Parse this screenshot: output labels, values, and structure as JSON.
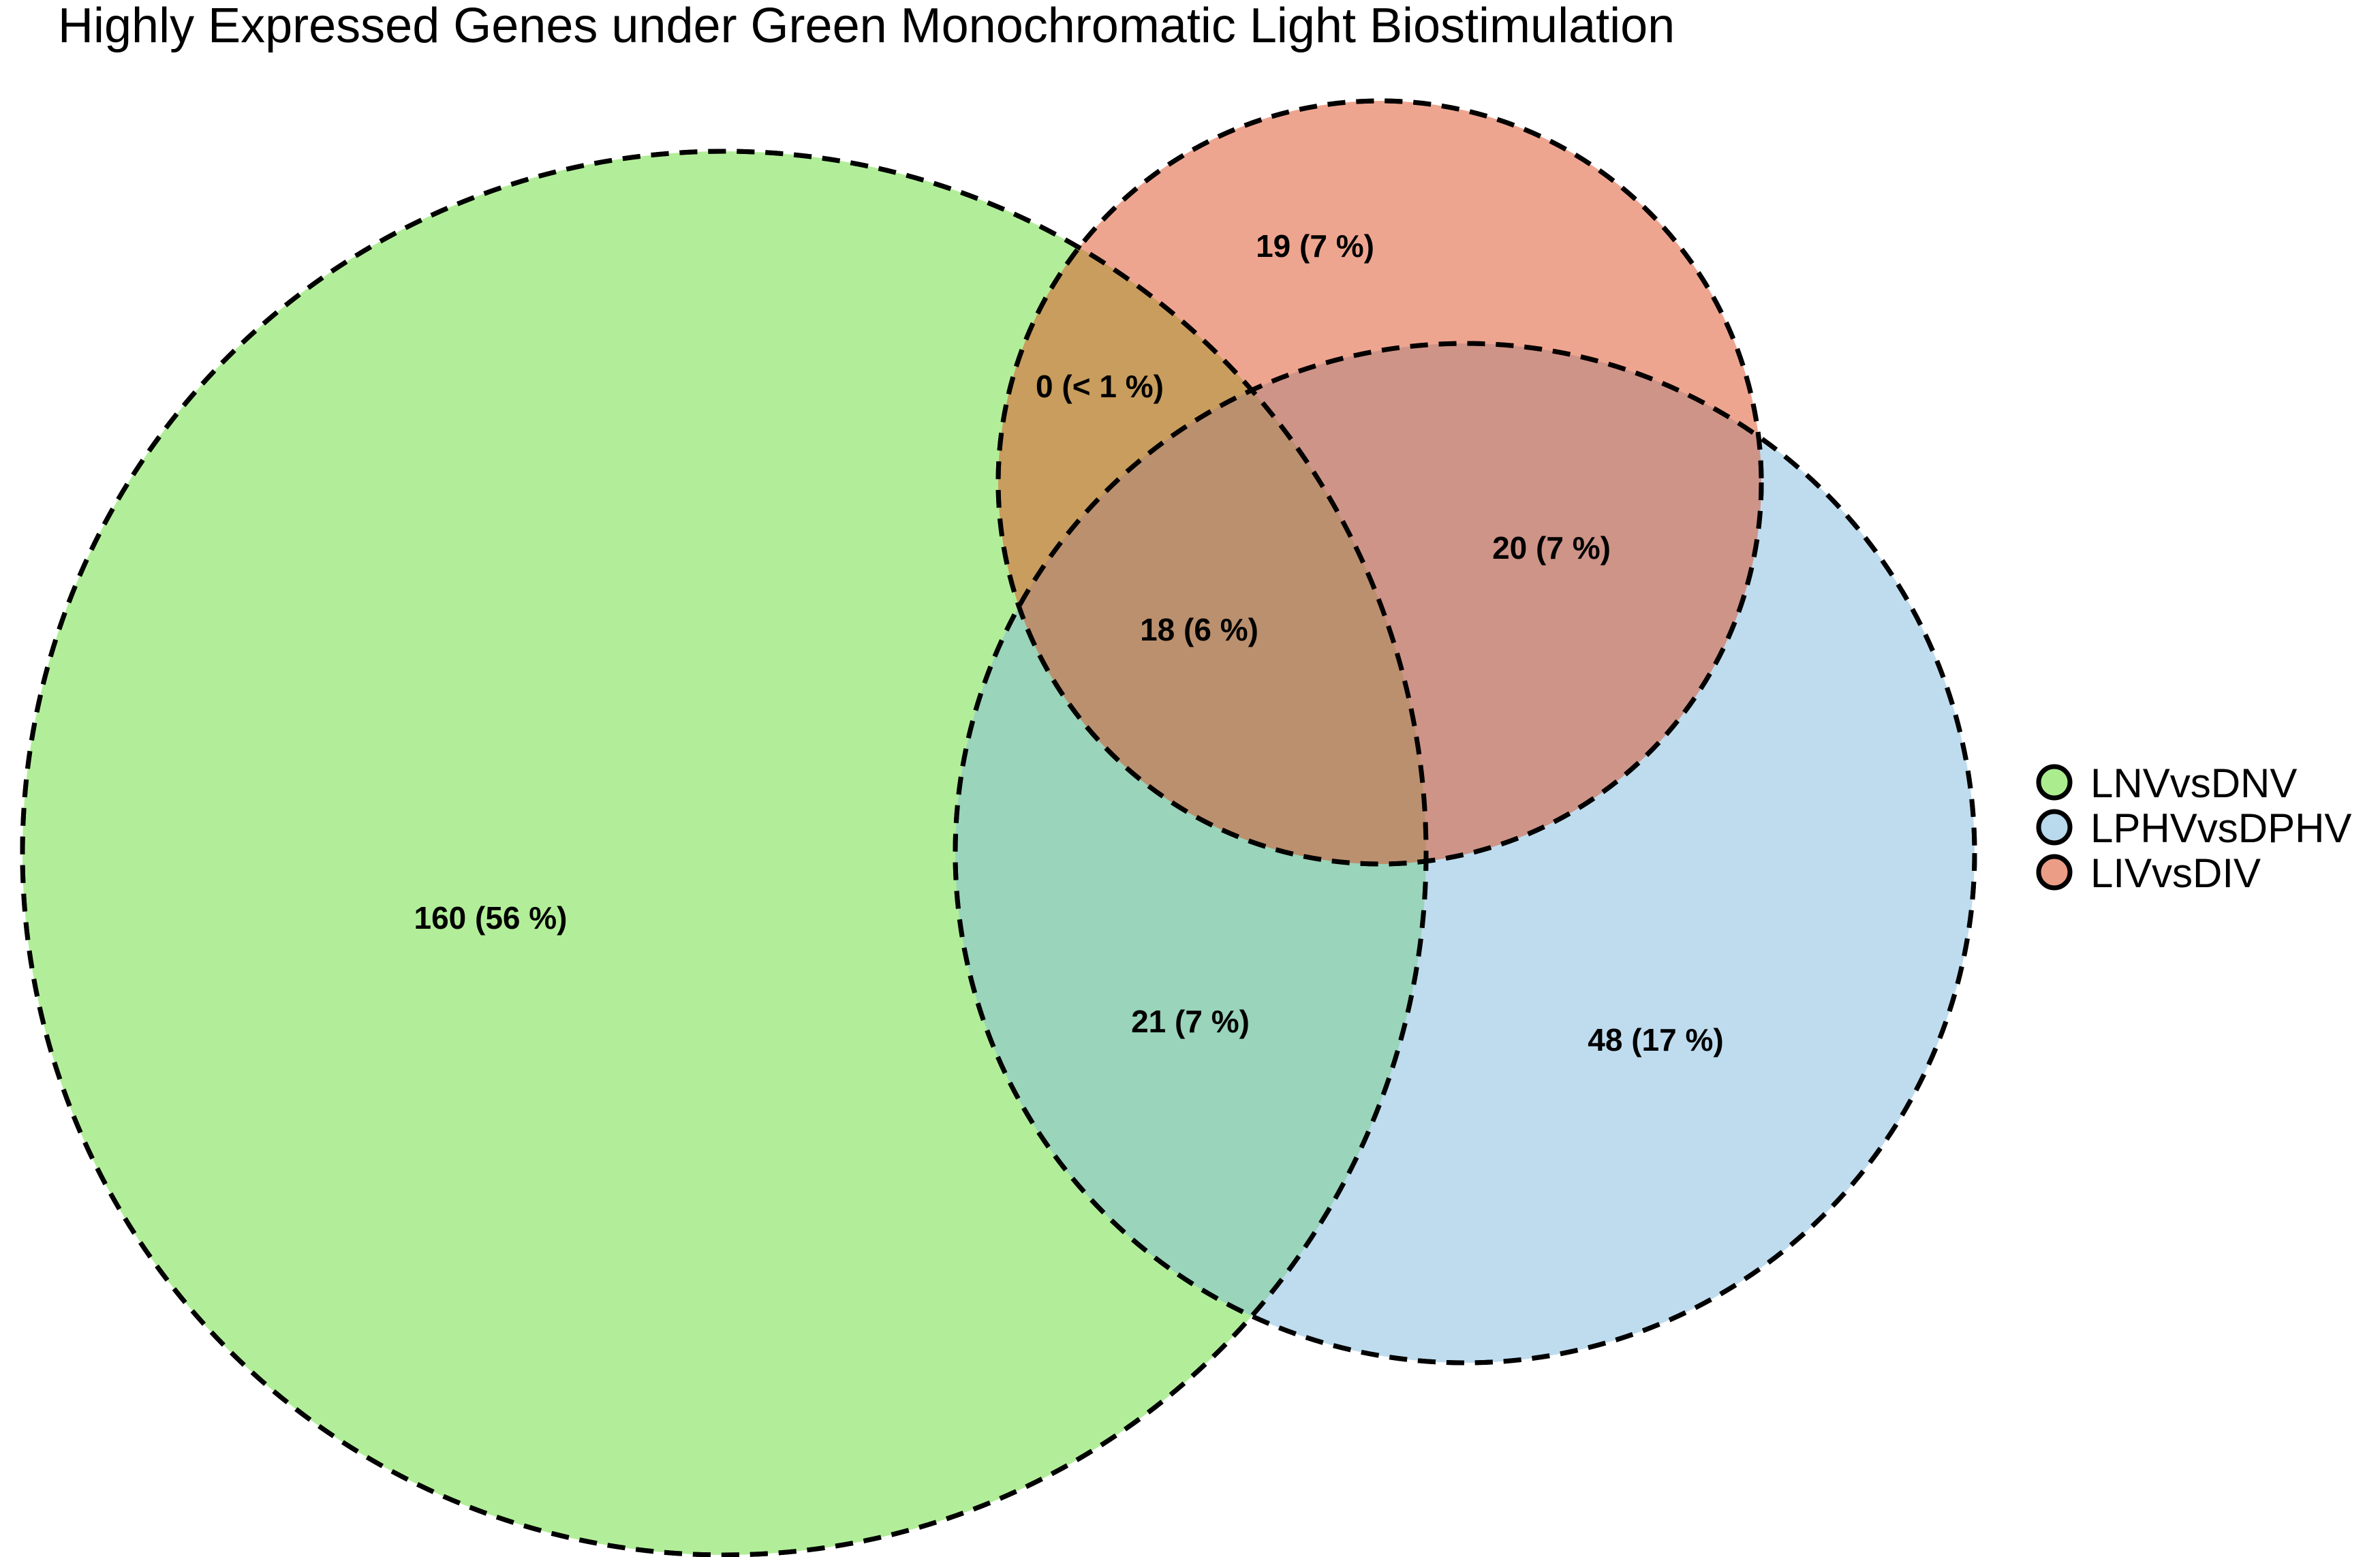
{
  "diagram": {
    "title": "Highly Expressed Genes under Green Monochromatic Light Biostimulation",
    "sets": [
      {
        "id": "lnv",
        "name": "LNVvsDNV",
        "color": "#66dd33"
      },
      {
        "id": "lphv",
        "name": "LPHVvsDPHV",
        "color": "#80b9dd"
      },
      {
        "id": "liv",
        "name": "LIVvsDIV",
        "color": "#dd4c22"
      }
    ],
    "regions": [
      {
        "id": "lnv-only",
        "sets": [
          "LNVvsDNV"
        ],
        "label": "160 (56 %)"
      },
      {
        "id": "liv-only",
        "sets": [
          "LIVvsDIV"
        ],
        "label": "19 (7 %)"
      },
      {
        "id": "lphv-only",
        "sets": [
          "LPHVvsDPHV"
        ],
        "label": "48 (17 %)"
      },
      {
        "id": "lnv-liv",
        "sets": [
          "LNVvsDNV",
          "LIVvsDIV"
        ],
        "label": "0 (< 1 %)"
      },
      {
        "id": "lphv-liv",
        "sets": [
          "LPHVvsDPHV",
          "LIVvsDIV"
        ],
        "label": "20 (7 %)"
      },
      {
        "id": "lnv-lphv",
        "sets": [
          "LNVvsDNV",
          "LPHVvsDPHV"
        ],
        "label": "21 (7 %)"
      },
      {
        "id": "all-three",
        "sets": [
          "LNVvsDNV",
          "LPHVvsDPHV",
          "LIVvsDIV"
        ],
        "label": "18 (6 %)"
      }
    ]
  }
}
